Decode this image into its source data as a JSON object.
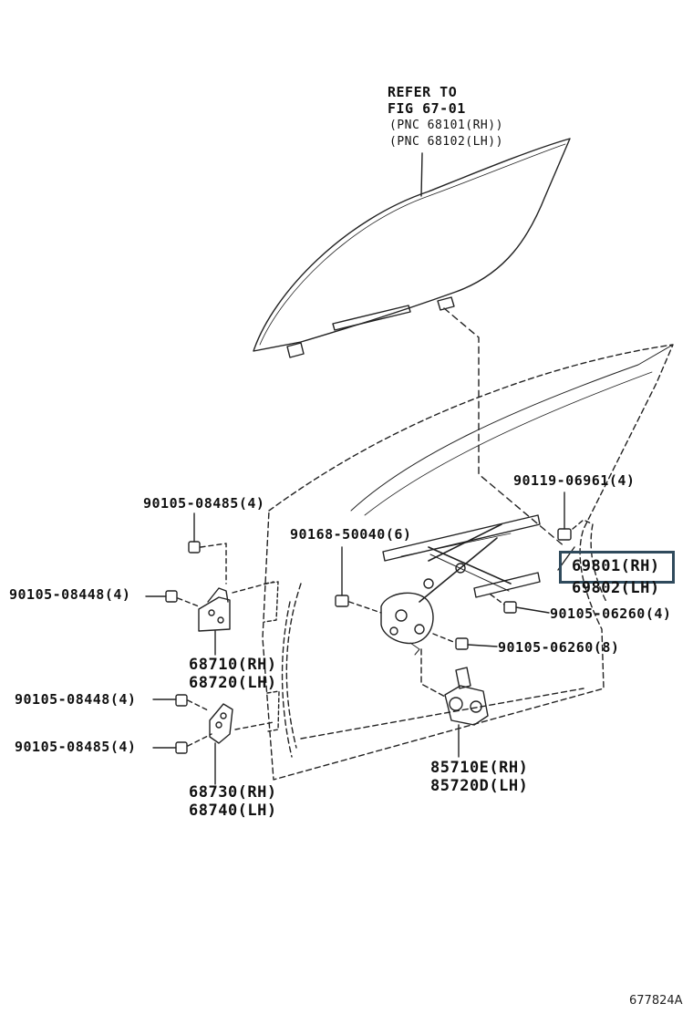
{
  "refer_note": {
    "line1": "REFER TO",
    "line2": "FIG 67-01",
    "line3": "(PNC 68101(RH))",
    "line4": "(PNC 68102(LH))"
  },
  "parts": {
    "bolt_90119": "90119-06961(4)",
    "bolt_90105_08485_top": "90105-08485(4)",
    "bolt_90168": "90168-50040(6)",
    "regulator_rh": "69801(RH)",
    "regulator_lh": "69802(LH)",
    "bolt_90105_08448_top": "90105-08448(4)",
    "bolt_90105_06260_4": "90105-06260(4)",
    "bolt_90105_06260_8": "90105-06260(8)",
    "hinge_upper_rh": "68710(RH)",
    "hinge_upper_lh": "68720(LH)",
    "bolt_90105_08448_bottom": "90105-08448(4)",
    "bolt_90105_08485_bottom": "90105-08485(4)",
    "motor_rh": "85710E(RH)",
    "motor_lh": "85720D(LH)",
    "hinge_lower_rh": "68730(RH)",
    "hinge_lower_lh": "68740(LH)"
  },
  "figure_id": "677824A",
  "colors": {
    "line": "#222222",
    "highlight_border": "#2f4a5c"
  }
}
